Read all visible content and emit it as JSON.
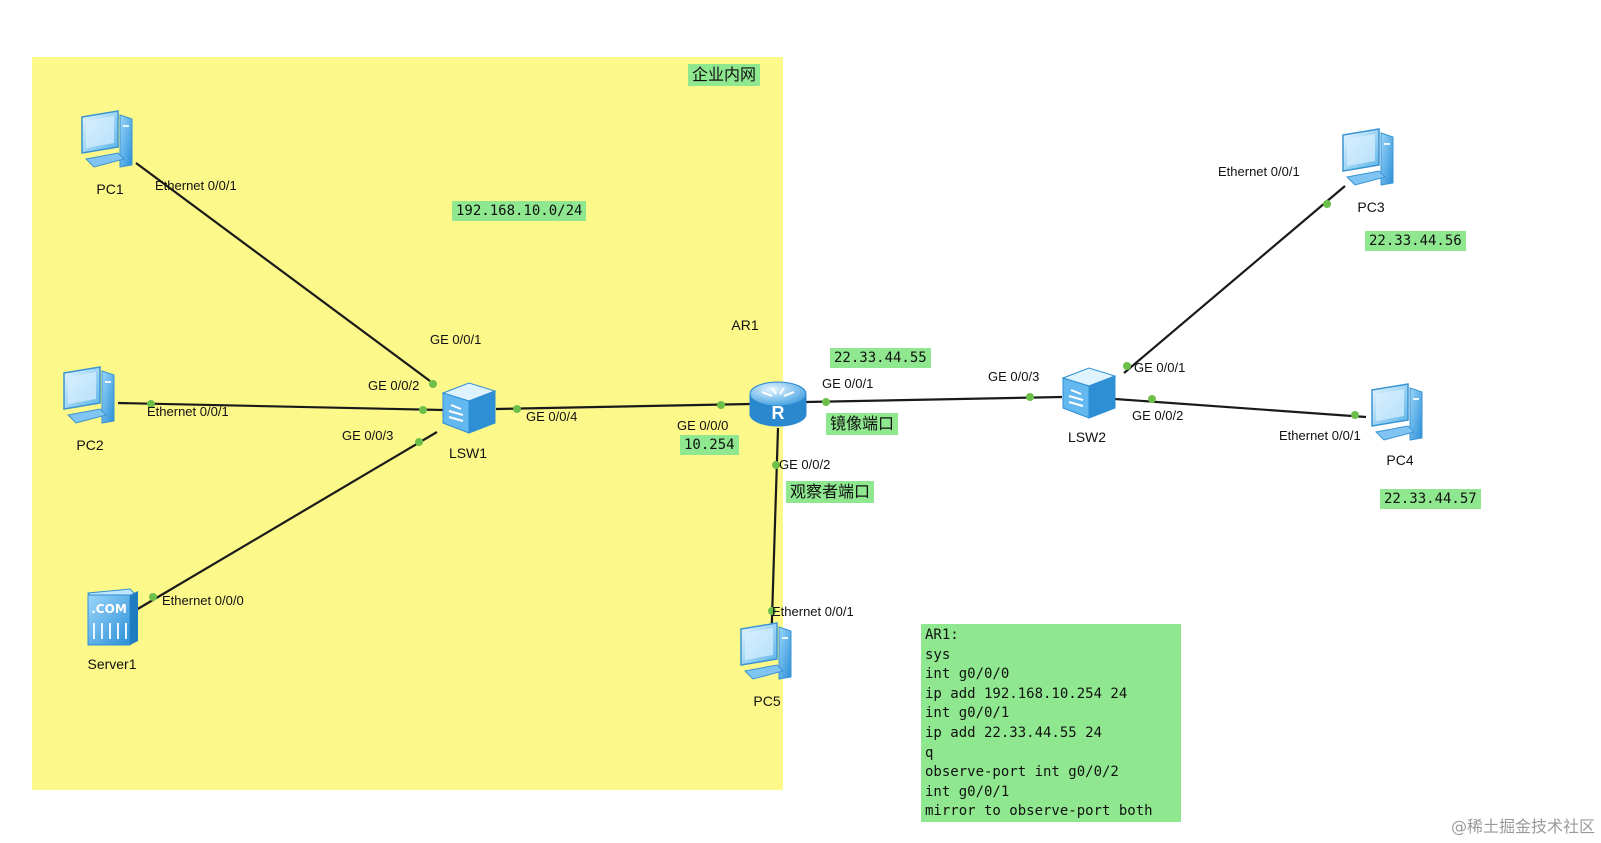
{
  "zone": {
    "label": "企业内网",
    "color": "#fcf88a"
  },
  "accent_green": "#8fe88f",
  "link_dot_color": "#6cc04a",
  "subnet": "192.168.10.0/24",
  "devices": {
    "pc1": {
      "name": "PC1",
      "icon": "pc-icon"
    },
    "pc2": {
      "name": "PC2",
      "icon": "pc-icon"
    },
    "pc3": {
      "name": "PC3",
      "icon": "pc-icon"
    },
    "pc4": {
      "name": "PC4",
      "icon": "pc-icon"
    },
    "pc5": {
      "name": "PC5",
      "icon": "pc-icon"
    },
    "server1": {
      "name": "Server1",
      "icon": "server-icon",
      "badge": ".COM"
    },
    "lsw1": {
      "name": "LSW1",
      "icon": "switch-icon"
    },
    "lsw2": {
      "name": "LSW2",
      "icon": "switch-icon"
    },
    "ar1": {
      "name": "AR1",
      "icon": "router-icon",
      "badge": "R"
    }
  },
  "ports": {
    "pc1_eth": "Ethernet 0/0/1",
    "pc2_eth": "Ethernet 0/0/1",
    "server1_eth": "Ethernet 0/0/0",
    "lsw1_ge1": "GE 0/0/1",
    "lsw1_ge2": "GE 0/0/2",
    "lsw1_ge3": "GE 0/0/3",
    "lsw1_ge4": "GE 0/0/4",
    "ar1_ge0": "GE 0/0/0",
    "ar1_ge1": "GE 0/0/1",
    "ar1_ge2": "GE 0/0/2",
    "pc5_eth": "Ethernet 0/0/1",
    "lsw2_ge3": "GE 0/0/3",
    "lsw2_ge1": "GE 0/0/1",
    "lsw2_ge2": "GE 0/0/2",
    "pc3_eth": "Ethernet 0/0/1",
    "pc4_eth": "Ethernet 0/0/1"
  },
  "tags": {
    "ar1_inside": "10.254",
    "ar1_outside": "22.33.44.55",
    "mirror_port": "镜像端口",
    "observe_port": "观察者端口",
    "pc3_ip": "22.33.44.56",
    "pc4_ip": "22.33.44.57"
  },
  "config_lines": [
    "AR1:",
    "sys",
    "int g0/0/0",
    "ip add 192.168.10.254 24",
    "int g0/0/1",
    "ip add 22.33.44.55 24",
    "q",
    "observe-port int g0/0/2",
    "int g0/0/1",
    "mirror to observe-port both"
  ],
  "watermark": "@稀土掘金技术社区"
}
